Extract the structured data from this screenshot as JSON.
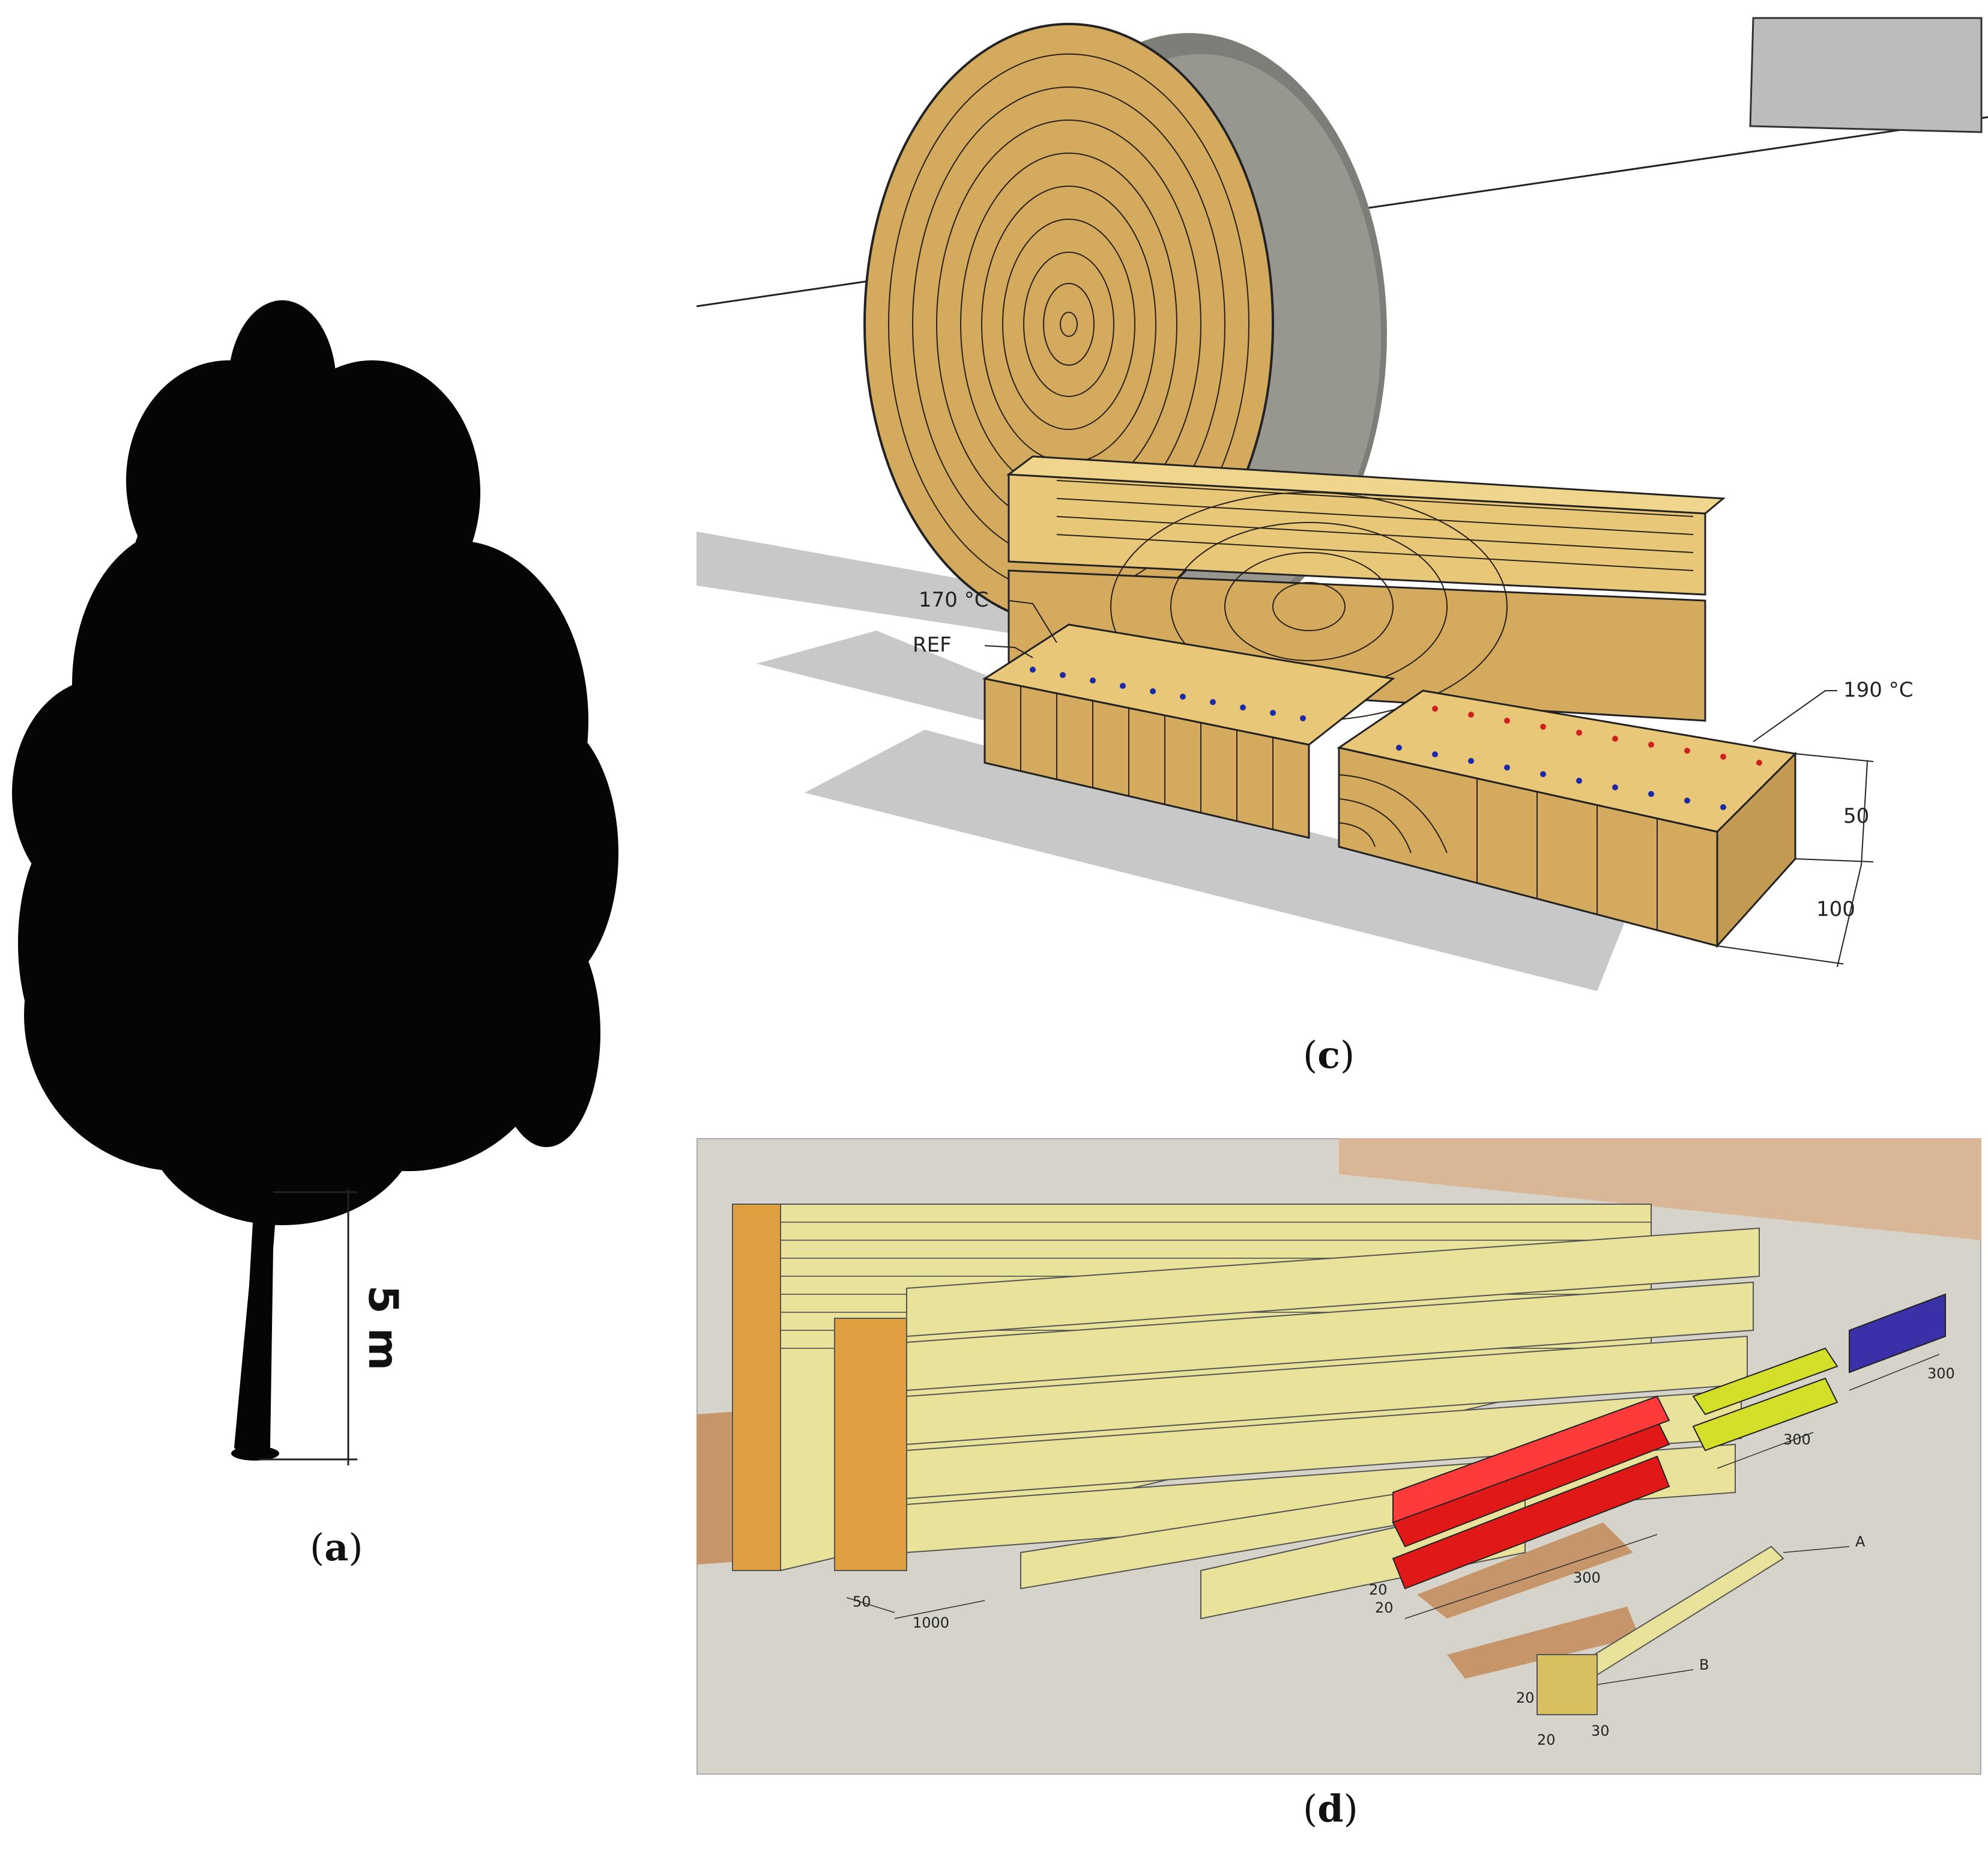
{
  "panel_a": {
    "caption_letter": "a",
    "scale_label": "5 m",
    "colors": {
      "silhouette": "#050505"
    }
  },
  "panel_c": {
    "caption_letter": "c",
    "labels": {
      "t170": "170 °C",
      "ref": "REF",
      "t190": "190 °C",
      "dim50": "50",
      "dim100": "100"
    },
    "colors": {
      "wood": "#d4aa5e",
      "wood_light": "#e8c878",
      "bark": "#8a8a80",
      "shadow": "#c8c8c8",
      "red_dot": "#d02020",
      "blue_dot": "#1a2aa8"
    }
  },
  "panel_d": {
    "caption_letter": "d",
    "labels": {
      "dim50": "50",
      "dim1000": "1000",
      "dim300a": "300",
      "dim300b": "300",
      "dim300c": "300",
      "dim20a": "20",
      "dim20b": "20",
      "dim20c": "20",
      "dim20d": "20",
      "dim30": "30",
      "labelA": "A",
      "labelB": "B"
    },
    "colors": {
      "background": "#d6d3ca",
      "wall": "#d9b796",
      "plank": "#e8e29a",
      "red": "#e01818",
      "yellow": "#d4df2a",
      "blue": "#3a30a8",
      "orange": "#e0a040"
    }
  }
}
